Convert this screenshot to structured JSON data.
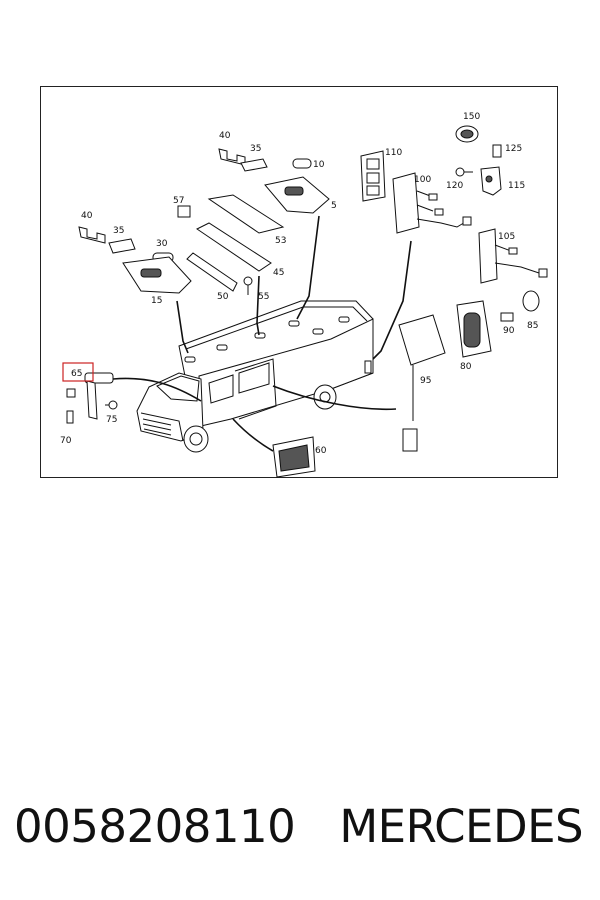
{
  "diagram": {
    "callouts": {
      "c150": "150",
      "c125": "125",
      "c115": "115",
      "c120": "120",
      "c110": "110",
      "c100": "100",
      "c105": "105",
      "c40a": "40",
      "c35a": "35",
      "c10": "10",
      "c5": "5",
      "c57": "57",
      "c53": "53",
      "c40b": "40",
      "c35b": "35",
      "c30": "30",
      "c15": "15",
      "c50": "50",
      "c55": "55",
      "c45": "45",
      "c65": "65",
      "c75": "75",
      "c70": "70",
      "c60": "60",
      "c95": "95",
      "c80": "80",
      "c90": "90",
      "c85": "85"
    },
    "highlight_color": "#cc2222"
  },
  "caption": {
    "part_number": "0058208110",
    "brand": "MERCEDES"
  }
}
